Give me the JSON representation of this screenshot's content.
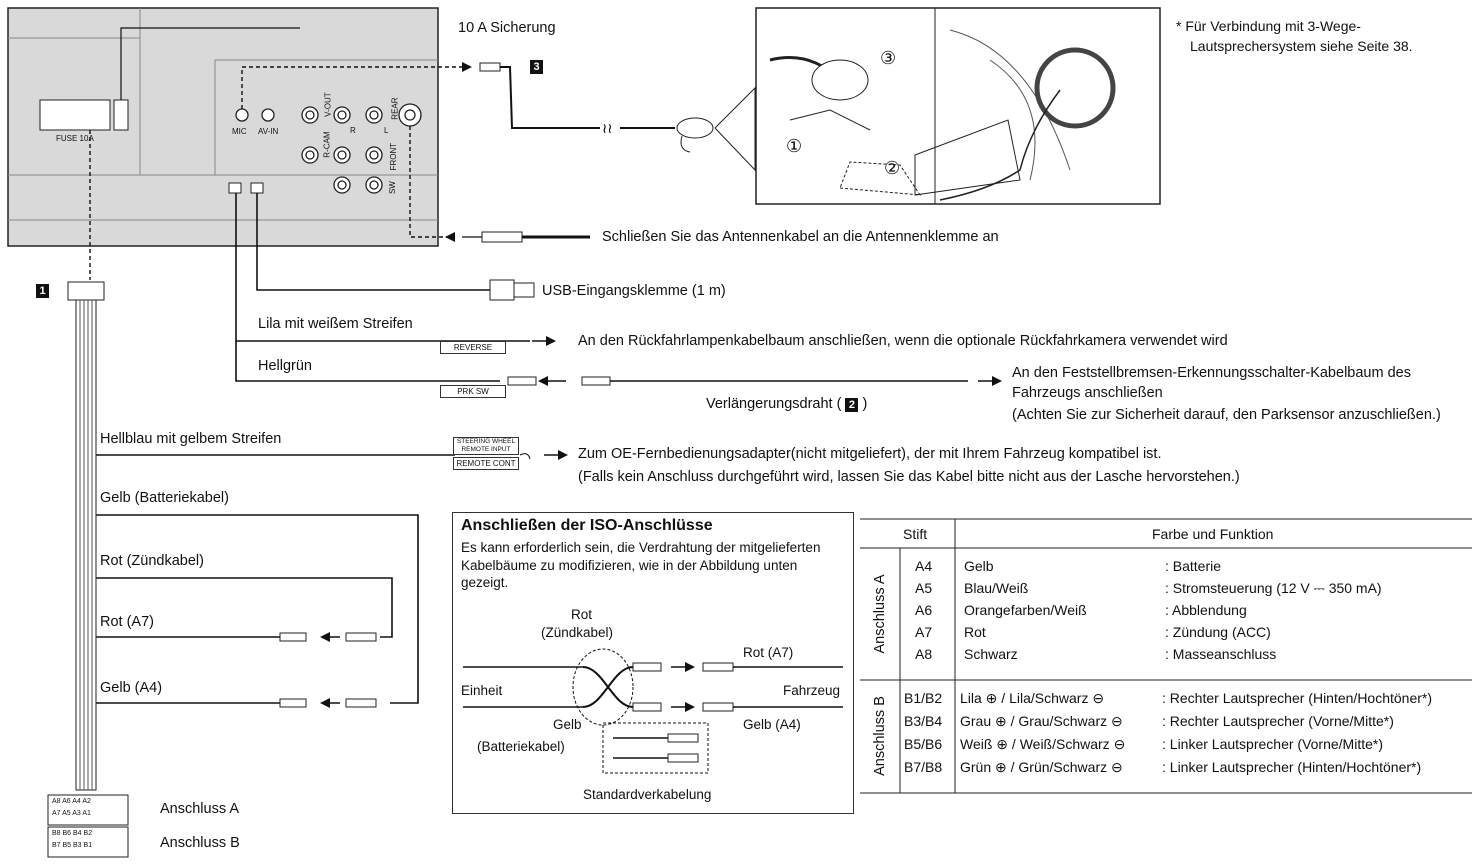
{
  "unit": {
    "fuse_label": "FUSE 10A",
    "jacks": [
      "MIC",
      "AV-IN",
      "V-OUT",
      "R",
      "L",
      "REAR",
      "R-CAM",
      "FRONT",
      "SW"
    ]
  },
  "labels": {
    "fuse": "10 A Sicherung",
    "badge1": "1",
    "badge2": "2",
    "badge3": "3",
    "antenna": "Schließen Sie das Antennenkabel an die Antennenklemme an",
    "usb": "USB-Eingangsklemme (1 m)",
    "lila": "Lila mit weißem Streifen",
    "reverse_tag": "REVERSE",
    "reverse_text": "An den Rückfahrlampenkabelbaum anschließen, wenn die optionale Rückfahrkamera verwendet wird",
    "hellgruen": "Hellgrün",
    "prk_tag": "PRK SW",
    "ext_wire": "Verlängerungsdraht (",
    "ext_wire_end": ")",
    "parking_1": "An den Feststellbremsen-Erkennungsschalter-Kabelbaum des",
    "parking_2": "Fahrzeugs anschließen",
    "parking_3": "(Achten Sie zur Sicherheit darauf, den Parksensor anzuschließen.)",
    "hellblau": "Hellblau mit gelbem Streifen",
    "steering_tag_1": "STEERING WHEEL",
    "steering_tag_2": "REMOTE INPUT",
    "remote_tag": "REMOTE CONT",
    "remote_1": "Zum OE-Fernbedienungsadapter(nicht mitgeliefert), der mit Ihrem Fahrzeug kompatibel ist.",
    "remote_2": "(Falls kein Anschluss durchgeführt wird, lassen Sie das Kabel bitte nicht aus der Lasche hervorstehen.)",
    "gelb_batt": "Gelb (Batteriekabel)",
    "rot_zuend": "Rot (Zündkabel)",
    "rot_a7": "Rot (A7)",
    "gelb_a4": "Gelb (A4)",
    "anschluss_a": "Anschluss A",
    "anschluss_b": "Anschluss B",
    "footnote_1": "*  Für Verbindung mit 3-Wege-",
    "footnote_2": "Lautsprechersystem siehe Seite 38.",
    "circle1": "①",
    "circle2": "②",
    "circle3": "③"
  },
  "connector_pins": {
    "row1": "A8 A6 A4 A2",
    "row2": "A7 A5 A3 A1",
    "row3": "B8 B6 B4 B2",
    "row4": "B7 B5 B3 B1"
  },
  "iso": {
    "title": "Anschließen der ISO-Anschlüsse",
    "desc": "Es kann erforderlich sein, die Verdrahtung der mitgelieferten Kabelbäume zu modifizieren, wie in der Abbildung unten gezeigt.",
    "rot": "Rot",
    "zuend": "(Zündkabel)",
    "rot_a7": "Rot (A7)",
    "einheit": "Einheit",
    "fahrzeug": "Fahrzeug",
    "gelb": "Gelb",
    "batt": "(Batteriekabel)",
    "gelb_a4": "Gelb (A4)",
    "standard": "Standardverkabelung"
  },
  "table": {
    "header_stift": "Stift",
    "header_farbe": "Farbe und Funktion",
    "group_a": "Anschluss A",
    "group_b": "Anschluss B",
    "rows_a": [
      {
        "pin": "A4",
        "color": "Gelb",
        "func": ": Batterie"
      },
      {
        "pin": "A5",
        "color": "Blau/Weiß",
        "func": ": Stromsteuerung (12 V ⎓ 350 mA)"
      },
      {
        "pin": "A6",
        "color": "Orangefarben/Weiß",
        "func": ": Abblendung"
      },
      {
        "pin": "A7",
        "color": "Rot",
        "func": ": Zündung (ACC)"
      },
      {
        "pin": "A8",
        "color": "Schwarz",
        "func": ": Masseanschluss"
      }
    ],
    "rows_b": [
      {
        "pin": "B1/B2",
        "color": "Lila ⊕ / Lila/Schwarz ⊖",
        "func": ": Rechter Lautsprecher (Hinten/Hochtöner*)"
      },
      {
        "pin": "B3/B4",
        "color": "Grau ⊕ / Grau/Schwarz ⊖",
        "func": ": Rechter Lautsprecher (Vorne/Mitte*)"
      },
      {
        "pin": "B5/B6",
        "color": "Weiß ⊕ / Weiß/Schwarz ⊖",
        "func": ": Linker Lautsprecher (Vorne/Mitte*)"
      },
      {
        "pin": "B7/B8",
        "color": "Grün ⊕ / Grün/Schwarz ⊖",
        "func": ": Linker Lautsprecher (Hinten/Hochtöner*)"
      }
    ]
  }
}
